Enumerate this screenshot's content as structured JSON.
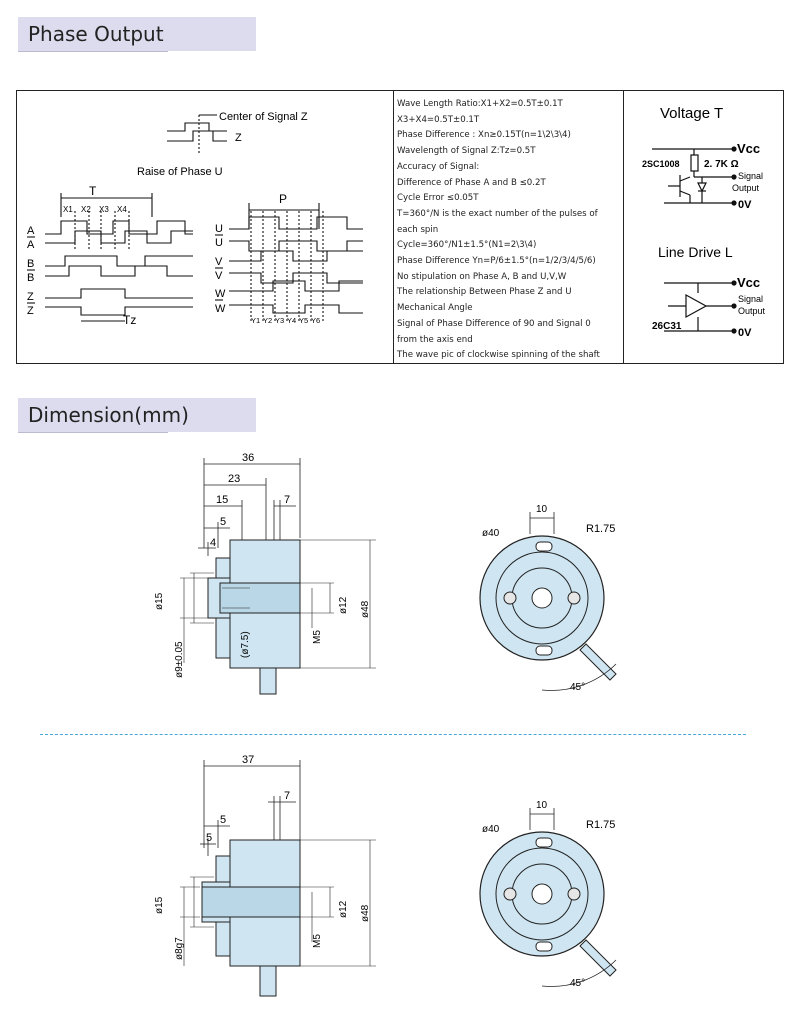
{
  "sections": {
    "phase_output_title": "Phase Output",
    "dimension_title": "Dimension(mm)"
  },
  "waveform": {
    "center_z": "Center of Signal Z",
    "z": "Z",
    "raise_u": "Raise of Phase U",
    "t": "T",
    "x1": "X1",
    "x2": "X2",
    "x3": "X3",
    "x4": "X4",
    "a": "A",
    "a_bar": "A",
    "b": "B",
    "b_bar": "B",
    "z2": "Z",
    "z_bar": "Z",
    "tz": "Tz",
    "p": "P",
    "u": "U",
    "u_bar": "U",
    "v": "V",
    "v_bar": "V",
    "w": "W",
    "w_bar": "W",
    "ylabels": [
      "Y1",
      "Y2",
      "Y3",
      "Y4",
      "Y5",
      "Y6"
    ]
  },
  "specs": [
    "Wave Length Ratio:X1+X2=0.5T±0.1T",
    "X3+X4=0.5T±0.1T",
    "Phase Difference : Xn≥0.15T(n=1\\2\\3\\4)",
    "Wavelength of Signal Z:Tz=0.5T",
    "Accuracy of Signal:",
    "Difference of Phase A and B ≤0.2T",
    "Cycle Error ≤0.05T",
    "T=360°/N is the exact number of the pulses of",
    "each spin",
    "Cycle=360°/N1±1.5°(N1=2\\3\\4)",
    "Phase Difference Yn=P/6±1.5°(n=1/2/3/4/5/6)",
    "No stipulation on Phase A, B and U,V,W",
    "The relationship Between Phase Z and U",
    "Mechanical Angle",
    "Signal of Phase Difference of 90 and Signal 0",
    "from the axis end",
    "The wave pic of clockwise spinning of the shaft"
  ],
  "voltage": {
    "title": "Voltage  T",
    "vcc": "Vcc",
    "transistor": "2SC1008",
    "resistor": "2. 7K Ω",
    "signal": "Signal",
    "output": "Output",
    "zero_v": "0V"
  },
  "line_drive": {
    "title": "Line Drive  L",
    "vcc": "Vcc",
    "signal": "Signal",
    "output": "Output",
    "chip": "26C31",
    "zero_v": "0V"
  },
  "drawing1": {
    "d36": "36",
    "d23": "23",
    "d15": "15",
    "d7": "7",
    "d5": "5",
    "d4": "4",
    "phi15": "ø15",
    "phi9": "ø9±0.05",
    "phi7_5": "(ø7.5)",
    "m5": "M5",
    "phi12": "ø12",
    "phi48": "ø48"
  },
  "drawing2": {
    "d37": "37",
    "d7": "7",
    "d5a": "5",
    "d5b": "5",
    "phi15": "ø15",
    "phi8": "ø8g7",
    "m5": "M5",
    "phi12": "ø12",
    "phi48": "ø48"
  },
  "front1": {
    "phi40": "ø40",
    "d10": "10",
    "r": "R1.75",
    "angle": "45°"
  },
  "front2": {
    "phi40": "ø40",
    "d10": "10",
    "r": "R1.75",
    "angle": "45°"
  },
  "colors": {
    "title_bg": "#dcdcee",
    "part_fill": "#cfe6f2",
    "dash": "#49a6d8"
  }
}
